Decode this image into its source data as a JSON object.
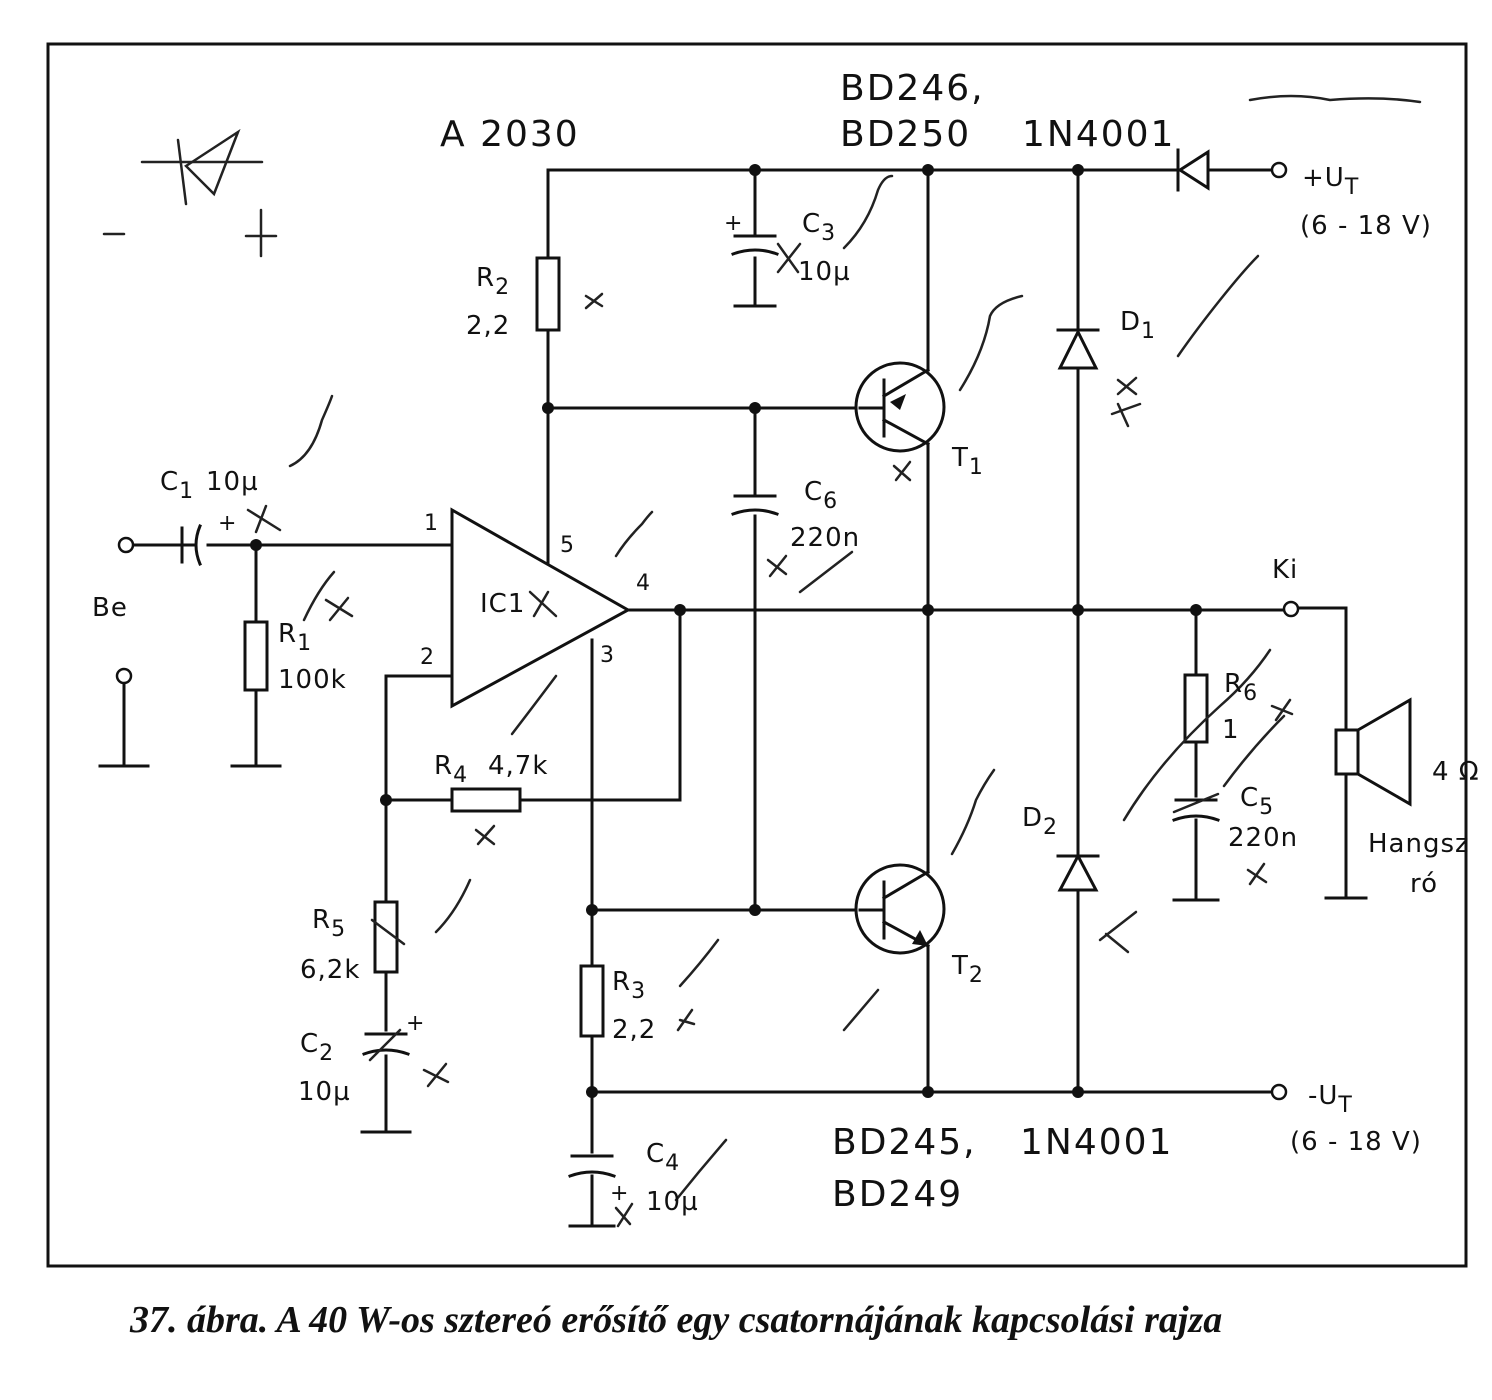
{
  "caption": "37. ábra. A 40 W-os sztereó erősítő egy csatornájának kapcsolási rajza",
  "ic": {
    "part": "A 2030",
    "ref": "IC1",
    "pins": [
      "1",
      "2",
      "3",
      "4",
      "5"
    ]
  },
  "top_transistor": {
    "part_line1": "BD246,",
    "part_line2": "BD250",
    "ref": "T",
    "sub": "1"
  },
  "bottom_transistor": {
    "part_line1": "BD245,",
    "part_line2": "BD249",
    "ref": "T",
    "sub": "2"
  },
  "diode_top_part": "1N4001",
  "diode_bottom_part": "1N4001",
  "supply_pos": {
    "label": "+U",
    "sub": "T",
    "range": "(6 - 18 V)"
  },
  "supply_neg": {
    "label": "-U",
    "sub": "T",
    "range": "(6 - 18 V)"
  },
  "input_label": "Be",
  "output_label": "Ki",
  "speaker": {
    "impedance": "4 Ω",
    "label_line1": "Hangsz",
    "label_line2": "ró"
  },
  "components": {
    "C1": {
      "ref": "C",
      "sub": "1",
      "value": "10µ"
    },
    "R1": {
      "ref": "R",
      "sub": "1",
      "value": "100k"
    },
    "R2": {
      "ref": "R",
      "sub": "2",
      "value": "2,2"
    },
    "C3": {
      "ref": "C",
      "sub": "3",
      "value": "10µ"
    },
    "C6": {
      "ref": "C",
      "sub": "6",
      "value": "220n"
    },
    "R4": {
      "ref": "R",
      "sub": "4",
      "value": "4,7k"
    },
    "R5": {
      "ref": "R",
      "sub": "5",
      "value": "6,2k"
    },
    "C2": {
      "ref": "C",
      "sub": "2",
      "value": "10µ"
    },
    "R3": {
      "ref": "R",
      "sub": "3",
      "value": "2,2"
    },
    "C4": {
      "ref": "C",
      "sub": "4",
      "value": "10µ"
    },
    "D1": {
      "ref": "D",
      "sub": "1"
    },
    "D2": {
      "ref": "D",
      "sub": "2"
    },
    "R6": {
      "ref": "R",
      "sub": "6",
      "value": "1"
    },
    "C5": {
      "ref": "C",
      "sub": "5",
      "value": "220n"
    }
  },
  "colors": {
    "ink": "#111111",
    "paper": "#ffffff"
  }
}
